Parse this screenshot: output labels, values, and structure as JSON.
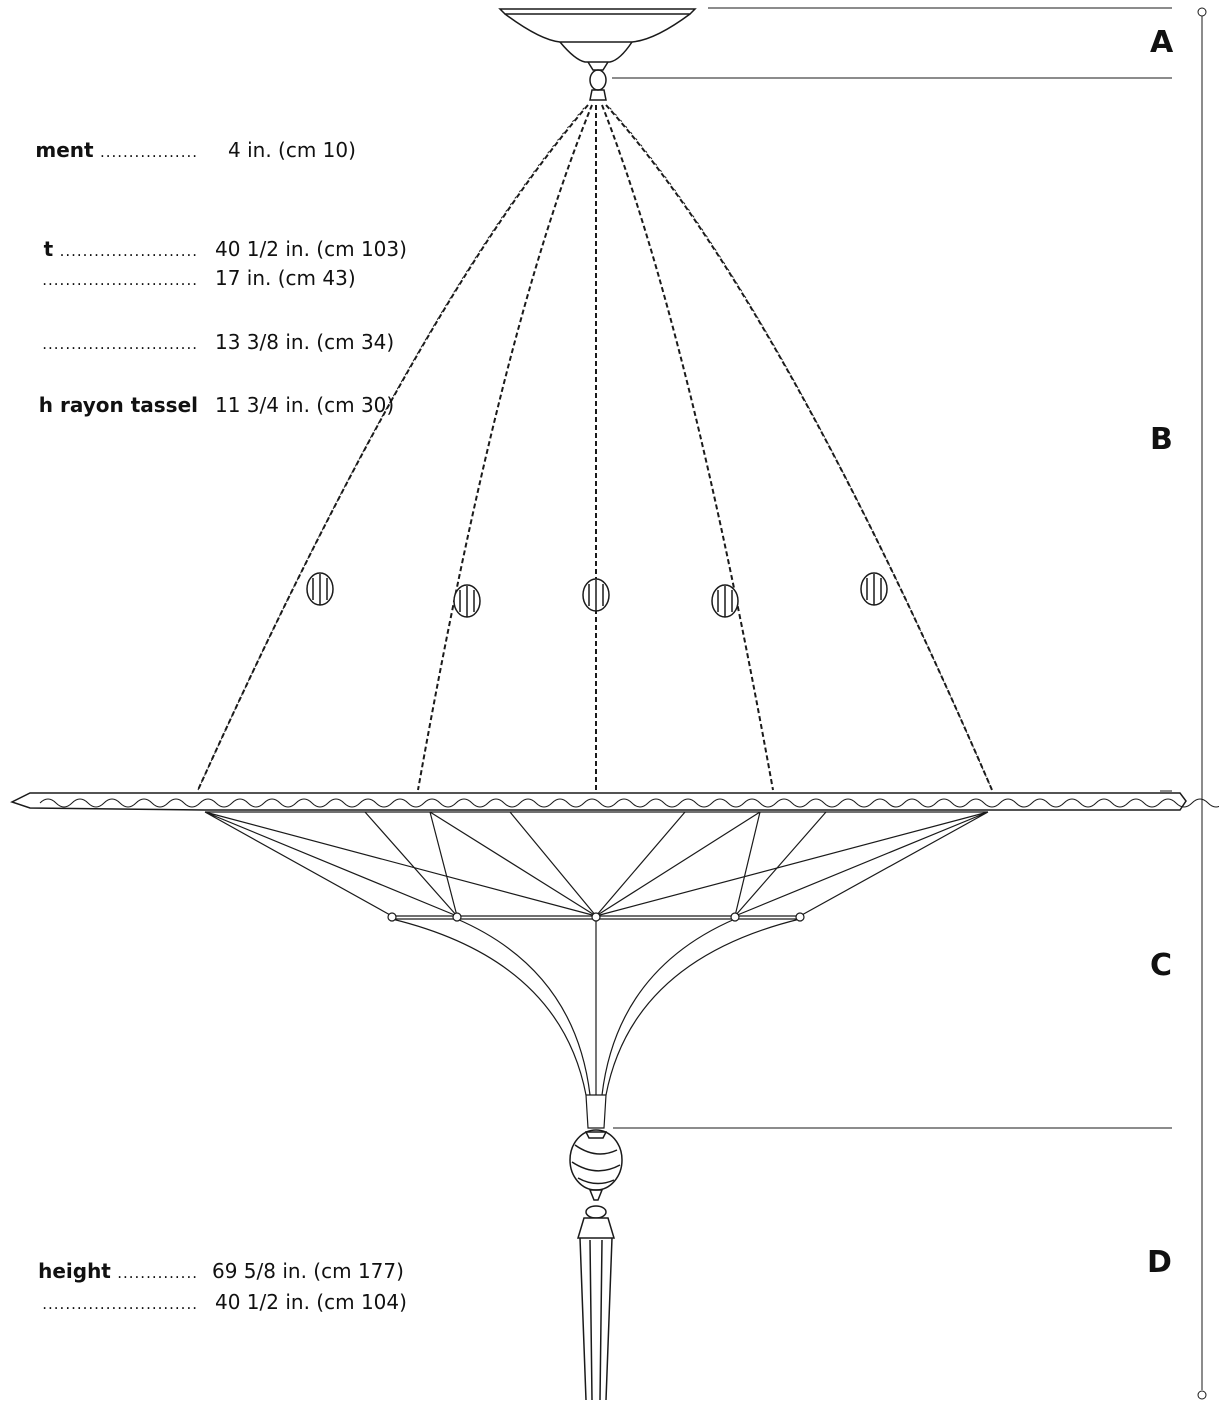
{
  "specs": [
    {
      "label": "ment",
      "dots": ".................",
      "value": "4 in. (cm 10)"
    },
    {
      "label": "t",
      "dots": "........................",
      "value": "40 1/2 in. (cm 103)"
    },
    {
      "label": "",
      "dots": "...........................",
      "value": "17 in. (cm 43)"
    },
    {
      "label": "",
      "dots": "...........................",
      "value": "13 3/8 in. (cm 34)"
    },
    {
      "label": "h rayon tassel",
      "dots": "",
      "value": "11 3/4 in. (cm 30)"
    },
    {
      "label": "height",
      "dots": "..............",
      "value": "69 5/8 in. (cm 177)"
    },
    {
      "label": "",
      "dots": "...........................",
      "value": "40 1/2 in. (cm 104)"
    }
  ],
  "sections": [
    "A",
    "B",
    "C",
    "D"
  ],
  "colors": {
    "line": "#1a1a1a",
    "text": "#111111"
  }
}
